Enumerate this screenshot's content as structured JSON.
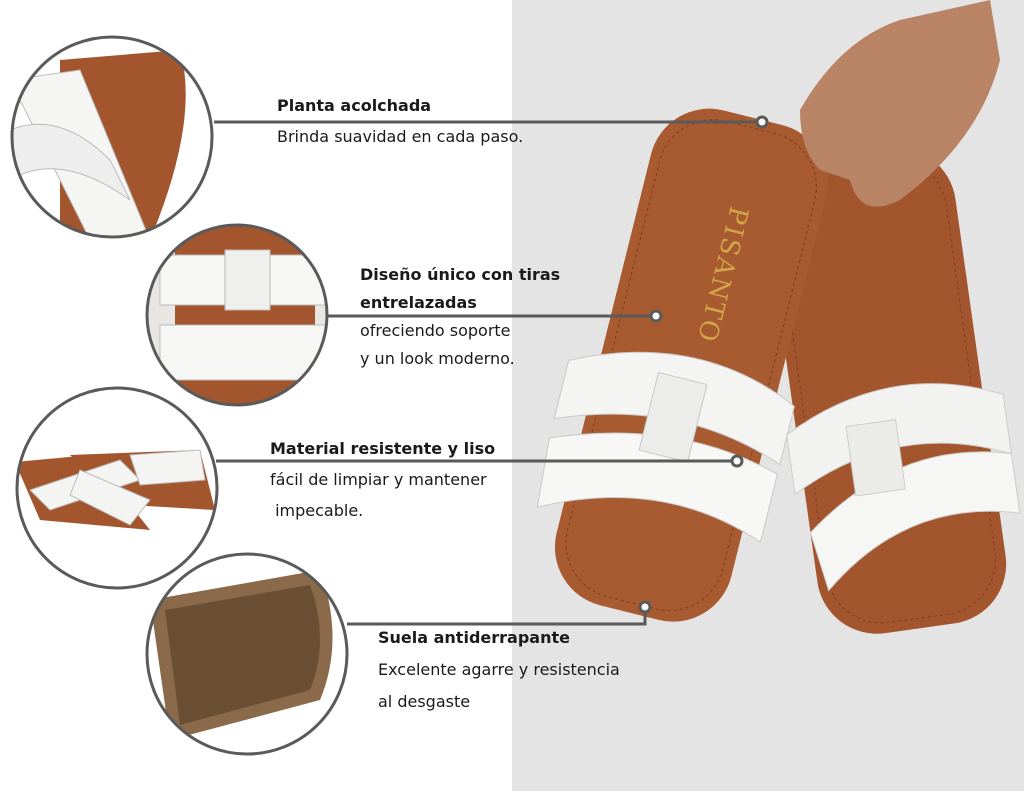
{
  "brand_logo": "PISANTO",
  "colors": {
    "background_right": "#e4e4e4",
    "line": "#5a5a5a",
    "insole": "#a3562e",
    "strap": "#f4f4f2"
  },
  "features": [
    {
      "title": "Planta acolchada",
      "lines": [
        "Brinda suavidad en cada paso."
      ]
    },
    {
      "title_lines": [
        "Diseño único con tiras",
        "entrelazadas"
      ],
      "lines": [
        "ofreciendo soporte",
        "y un look moderno."
      ]
    },
    {
      "title": "Material resistente y liso",
      "lines": [
        "fácil de limpiar y mantener",
        " impecable."
      ]
    },
    {
      "title": "Suela antiderrapante",
      "lines": [
        "Excelente agarre y resistencia",
        "al desgaste"
      ]
    }
  ]
}
